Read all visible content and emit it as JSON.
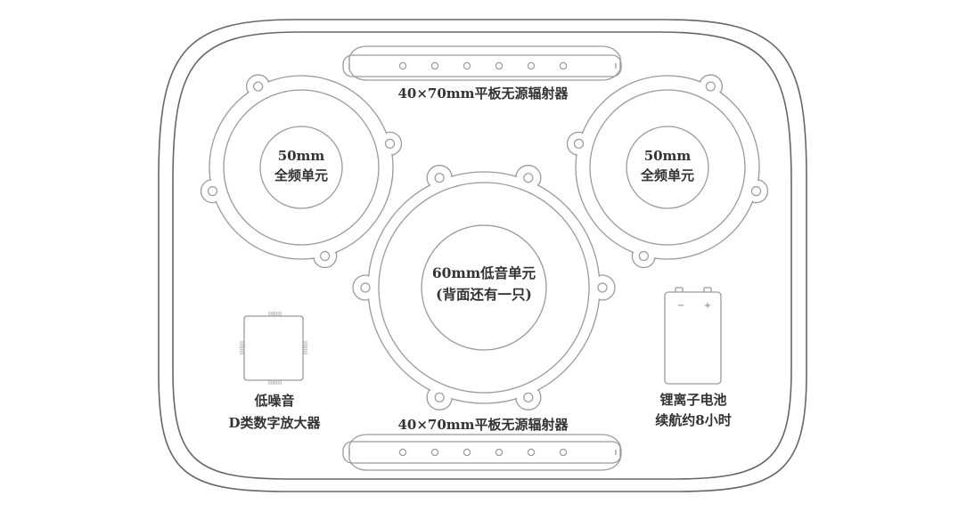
{
  "diagram": {
    "title": "",
    "labels": {
      "radiator_top": "40×70mm平板无源辐射器",
      "radiator_bottom": "40×70mm平板无源辐射器",
      "fullrange_left_line1": "50mm",
      "fullrange_left_line2": "全频单元",
      "fullrange_right_line1": "50mm",
      "fullrange_right_line2": "全频单元",
      "woofer_line1": "60mm低音单元",
      "woofer_line2": "(背面还有一只)",
      "amp_line1": "低噪音",
      "amp_line2": "D类数字放大器",
      "battery_line1": "锂离子电池",
      "battery_line2": "续航约8小时",
      "battery_minus": "−",
      "battery_plus": "+"
    },
    "components": [
      {
        "id": "enclosure",
        "kind": "enclosure"
      },
      {
        "id": "radiator_top",
        "kind": "passive-radiator",
        "size": "40×70mm",
        "holes": 6
      },
      {
        "id": "radiator_bottom",
        "kind": "passive-radiator",
        "size": "40×70mm",
        "holes": 6
      },
      {
        "id": "fullrange_left",
        "kind": "full-range-driver",
        "size": "50mm",
        "mount_holes": 4
      },
      {
        "id": "fullrange_right",
        "kind": "full-range-driver",
        "size": "50mm",
        "mount_holes": 4
      },
      {
        "id": "woofer",
        "kind": "woofer",
        "size": "60mm",
        "mount_holes": 6,
        "count": 2
      },
      {
        "id": "amplifier",
        "kind": "class-d-amplifier-chip"
      },
      {
        "id": "battery",
        "kind": "li-ion-battery",
        "runtime_hours": 8
      }
    ]
  }
}
